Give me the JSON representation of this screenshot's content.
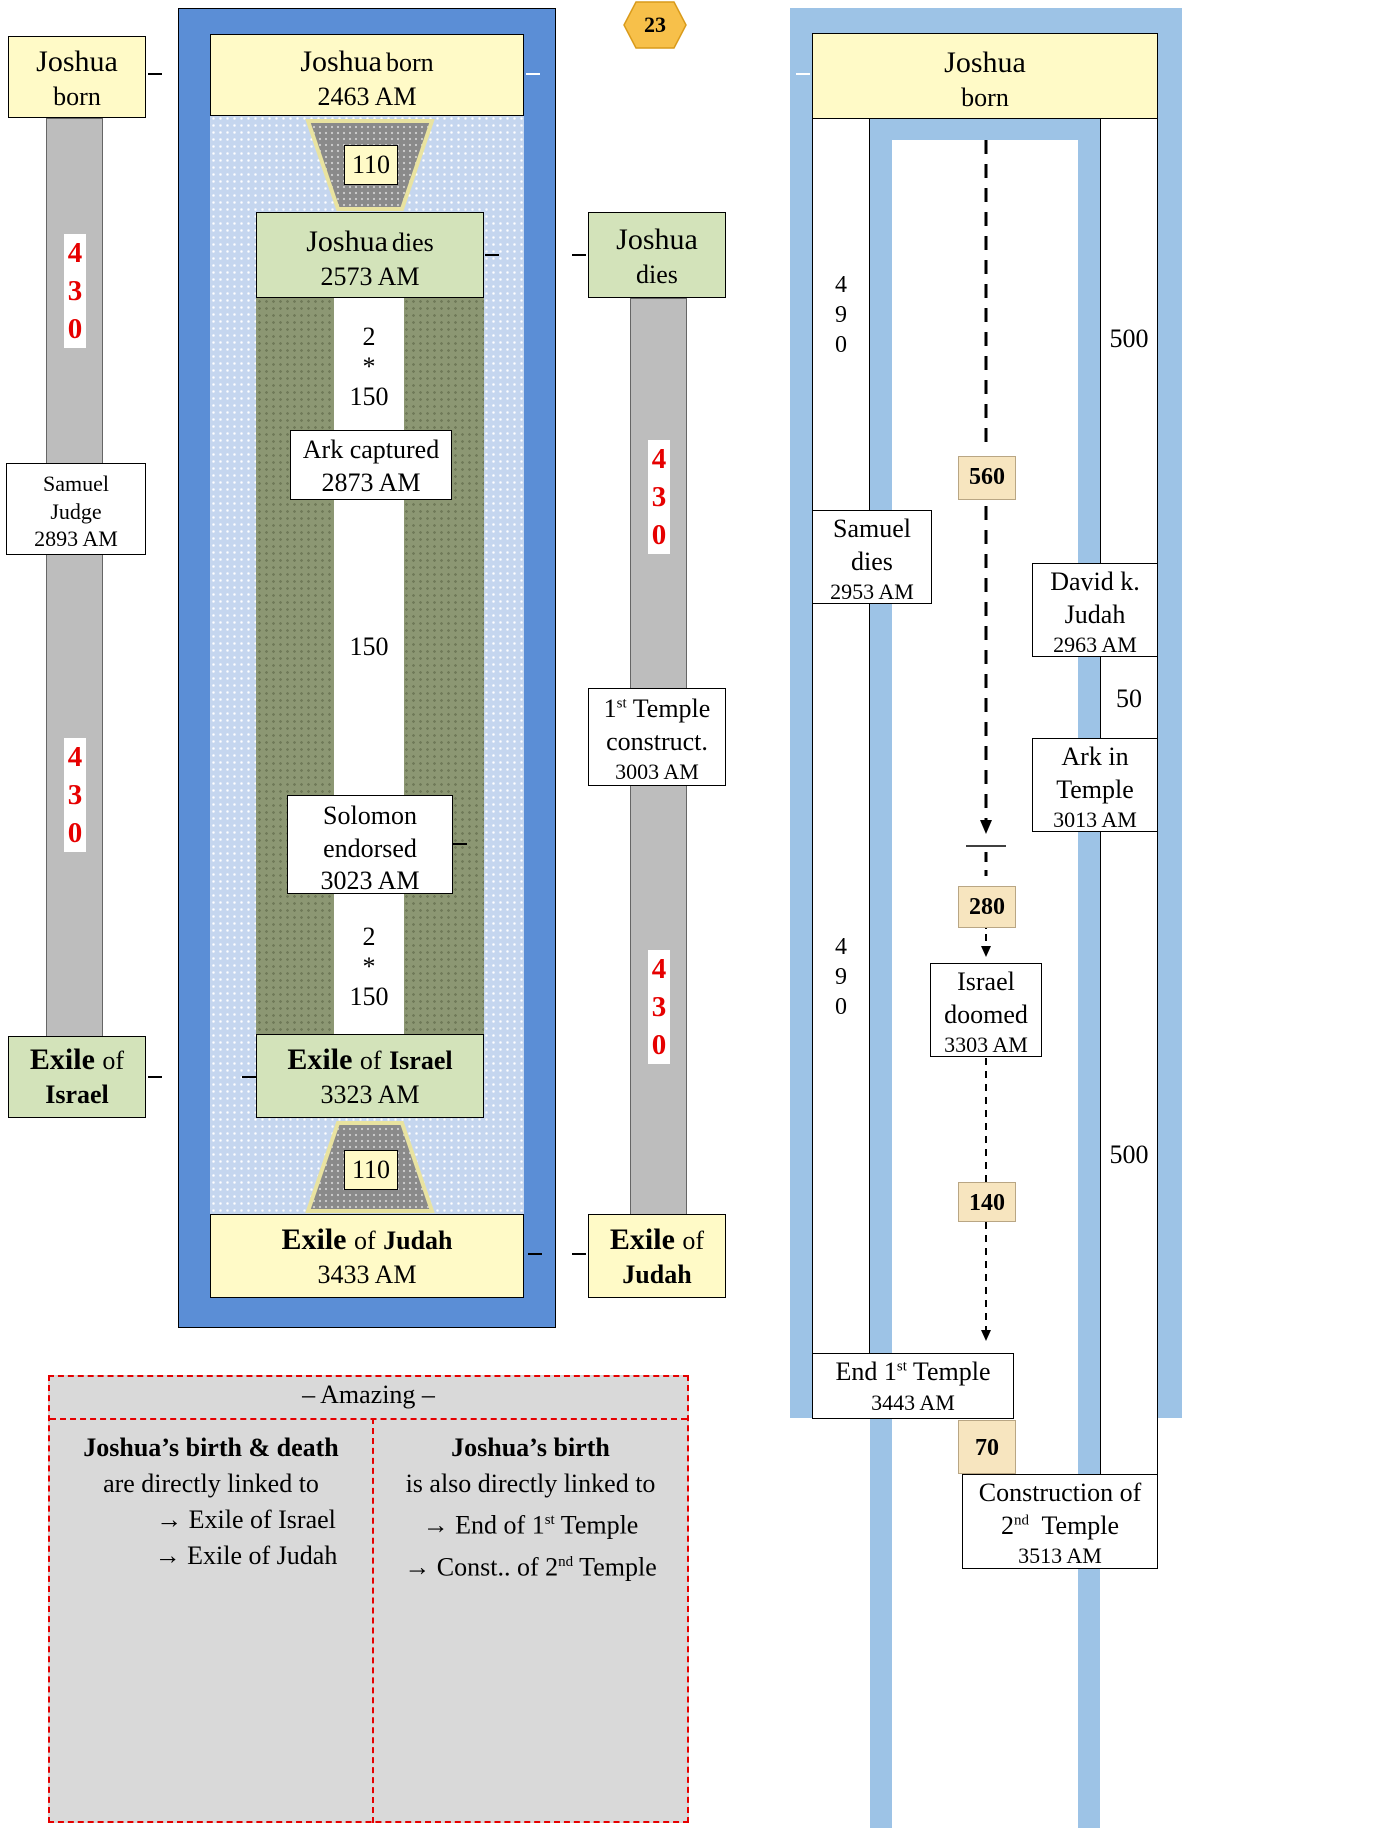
{
  "page_number": "23",
  "left_column": {
    "joshua_born": {
      "name": "Joshua",
      "event": "born"
    },
    "span_top": [
      "4",
      "3",
      "0"
    ],
    "samuel": {
      "line1": "Samuel",
      "line2": "Judge",
      "date": "2893 AM"
    },
    "span_bottom": [
      "4",
      "3",
      "0"
    ],
    "exile_israel": {
      "w1": "Exile",
      "w2": "of",
      "w3": "Israel"
    }
  },
  "center_panel": {
    "joshua_born": {
      "name": "Joshua",
      "event": "born",
      "date": "2463 AM"
    },
    "gap_top": "110",
    "joshua_dies": {
      "name": "Joshua",
      "event": "dies",
      "date": "2573 AM"
    },
    "seg1": [
      "2",
      "*",
      "150"
    ],
    "ark_captured": {
      "line1": "Ark captured",
      "date": "2873 AM"
    },
    "seg2": "150",
    "solomon": {
      "line1": "Solomon",
      "line2": "endorsed",
      "date": "3023 AM"
    },
    "seg3": [
      "2",
      "*",
      "150"
    ],
    "exile_israel": {
      "w1": "Exile",
      "w2": "of",
      "w3": "Israel",
      "date": "3323 AM"
    },
    "gap_bottom": "110",
    "exile_judah": {
      "w1": "Exile",
      "w2": "of",
      "w3": "Judah",
      "date": "3433 AM"
    }
  },
  "right_column": {
    "joshua_dies": {
      "name": "Joshua",
      "event": "dies"
    },
    "span_top": [
      "4",
      "3",
      "0"
    ],
    "temple": {
      "sup": "st",
      "num": "1",
      "line1": "Temple",
      "line2": "construct.",
      "date": "3003 AM"
    },
    "span_bottom": [
      "4",
      "3",
      "0"
    ],
    "exile_judah": {
      "w1": "Exile",
      "w2": "of",
      "w3": "Judah"
    }
  },
  "far_right": {
    "joshua_born": {
      "name": "Joshua",
      "event": "born"
    },
    "left_top_span": [
      "4",
      "9",
      "0"
    ],
    "right_top_span": "500",
    "samuel_dies": {
      "line1": "Samuel",
      "line2": "dies",
      "date": "2953 AM"
    },
    "david": {
      "line1": "David k.",
      "line2": "Judah",
      "date": "2963 AM"
    },
    "span_50": "50",
    "ark_temple": {
      "line1": "Ark in",
      "line2": "Temple",
      "date": "3013 AM"
    },
    "left_bottom_span": [
      "4",
      "9",
      "0"
    ],
    "right_bottom_span": "500",
    "n560": "560",
    "n280": "280",
    "israel_doomed": {
      "line1": "Israel",
      "line2": "doomed",
      "date": "3303 AM"
    },
    "n140": "140",
    "end_temple": {
      "pre": "End 1",
      "sup": "st",
      "post": " Temple",
      "date": "3443 AM"
    },
    "n70": "70",
    "construction": {
      "line1": "Construction of",
      "num": "2",
      "sup": "nd",
      "post": "  Temple",
      "date": "3513 AM"
    }
  },
  "amazing_box": {
    "title": "– Amazing –",
    "left": {
      "bold": "Joshua’s birth & death",
      "line2": "are directly linked to",
      "item1": "→ Exile of Israel",
      "item2": "→ Exile of Judah"
    },
    "right": {
      "bold": "Joshua’s birth",
      "line2": "is also directly  linked to",
      "item1_pre": "→ End of 1",
      "item1_sup": "st",
      "item1_post": " Temple",
      "item2_pre": "→ Const.. of 2",
      "item2_sup": "nd",
      "item2_post": " Temple"
    }
  },
  "colors": {
    "blue_panel": "#5b8ed6",
    "light_blue": "#9dc3e6",
    "yellow": "#fffac7",
    "green": "#d3e3ba",
    "red": "#e60000"
  }
}
